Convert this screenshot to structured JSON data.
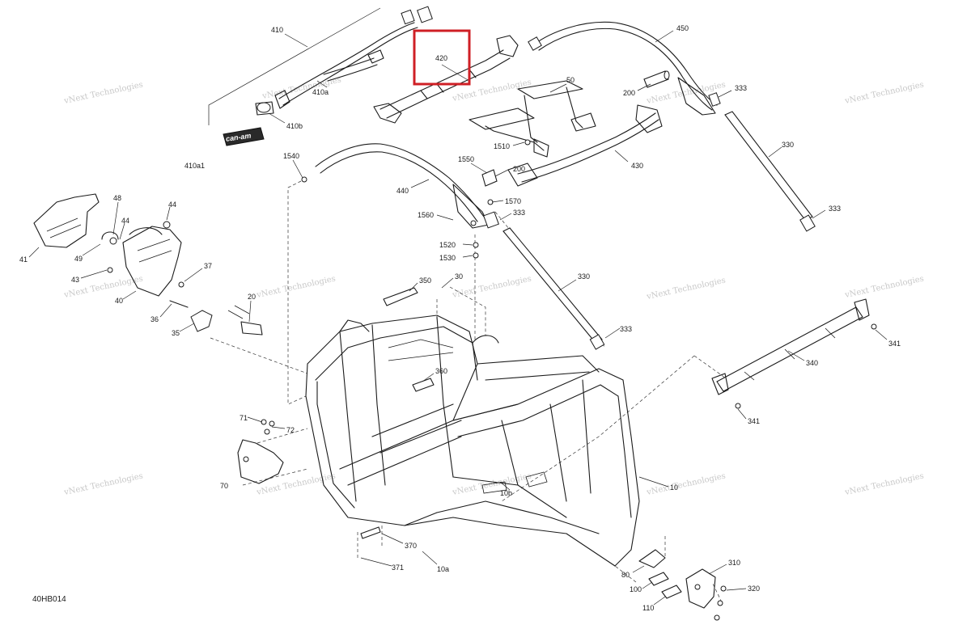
{
  "diagram_code": "40HB014",
  "brand_badge_text": "can-am",
  "watermark": {
    "line1": "vNext",
    "line2": "Technologies",
    "full": "vNext Technologies"
  },
  "highlight": {
    "part": "420",
    "color": "#cf1f25"
  },
  "callouts": [
    {
      "id": "c410",
      "label": "410"
    },
    {
      "id": "c410a",
      "label": "410a"
    },
    {
      "id": "c410b",
      "label": "410b"
    },
    {
      "id": "c410a1",
      "label": "410a1"
    },
    {
      "id": "c420",
      "label": "420"
    },
    {
      "id": "c450",
      "label": "450"
    },
    {
      "id": "c50",
      "label": "50"
    },
    {
      "id": "c200a",
      "label": "200"
    },
    {
      "id": "c333a",
      "label": "333"
    },
    {
      "id": "c330a",
      "label": "330"
    },
    {
      "id": "c333b",
      "label": "333"
    },
    {
      "id": "c1510",
      "label": "1510"
    },
    {
      "id": "c430",
      "label": "430"
    },
    {
      "id": "c1540",
      "label": "1540"
    },
    {
      "id": "c1550",
      "label": "1550"
    },
    {
      "id": "c200b",
      "label": "200"
    },
    {
      "id": "c440",
      "label": "440"
    },
    {
      "id": "c1570",
      "label": "1570"
    },
    {
      "id": "c1560",
      "label": "1560"
    },
    {
      "id": "c333c",
      "label": "333"
    },
    {
      "id": "c1520",
      "label": "1520"
    },
    {
      "id": "c1530",
      "label": "1530"
    },
    {
      "id": "c48",
      "label": "48"
    },
    {
      "id": "c44a",
      "label": "44"
    },
    {
      "id": "c44b",
      "label": "44"
    },
    {
      "id": "c41",
      "label": "41"
    },
    {
      "id": "c49",
      "label": "49"
    },
    {
      "id": "c43",
      "label": "43"
    },
    {
      "id": "c37",
      "label": "37"
    },
    {
      "id": "c40",
      "label": "40"
    },
    {
      "id": "c36",
      "label": "36"
    },
    {
      "id": "c35",
      "label": "35"
    },
    {
      "id": "c20",
      "label": "20"
    },
    {
      "id": "c350",
      "label": "350"
    },
    {
      "id": "c30",
      "label": "30"
    },
    {
      "id": "c330b",
      "label": "330"
    },
    {
      "id": "c333d",
      "label": "333"
    },
    {
      "id": "c360",
      "label": "360"
    },
    {
      "id": "c340",
      "label": "340"
    },
    {
      "id": "c341a",
      "label": "341"
    },
    {
      "id": "c341b",
      "label": "341"
    },
    {
      "id": "c71",
      "label": "71"
    },
    {
      "id": "c72",
      "label": "72"
    },
    {
      "id": "c70",
      "label": "70"
    },
    {
      "id": "c10",
      "label": "10"
    },
    {
      "id": "c10b",
      "label": "10b"
    },
    {
      "id": "c370",
      "label": "370"
    },
    {
      "id": "c371",
      "label": "371"
    },
    {
      "id": "c10a",
      "label": "10a"
    },
    {
      "id": "c310",
      "label": "310"
    },
    {
      "id": "c80",
      "label": "80"
    },
    {
      "id": "c100",
      "label": "100"
    },
    {
      "id": "c110",
      "label": "110"
    },
    {
      "id": "c320",
      "label": "320"
    }
  ]
}
